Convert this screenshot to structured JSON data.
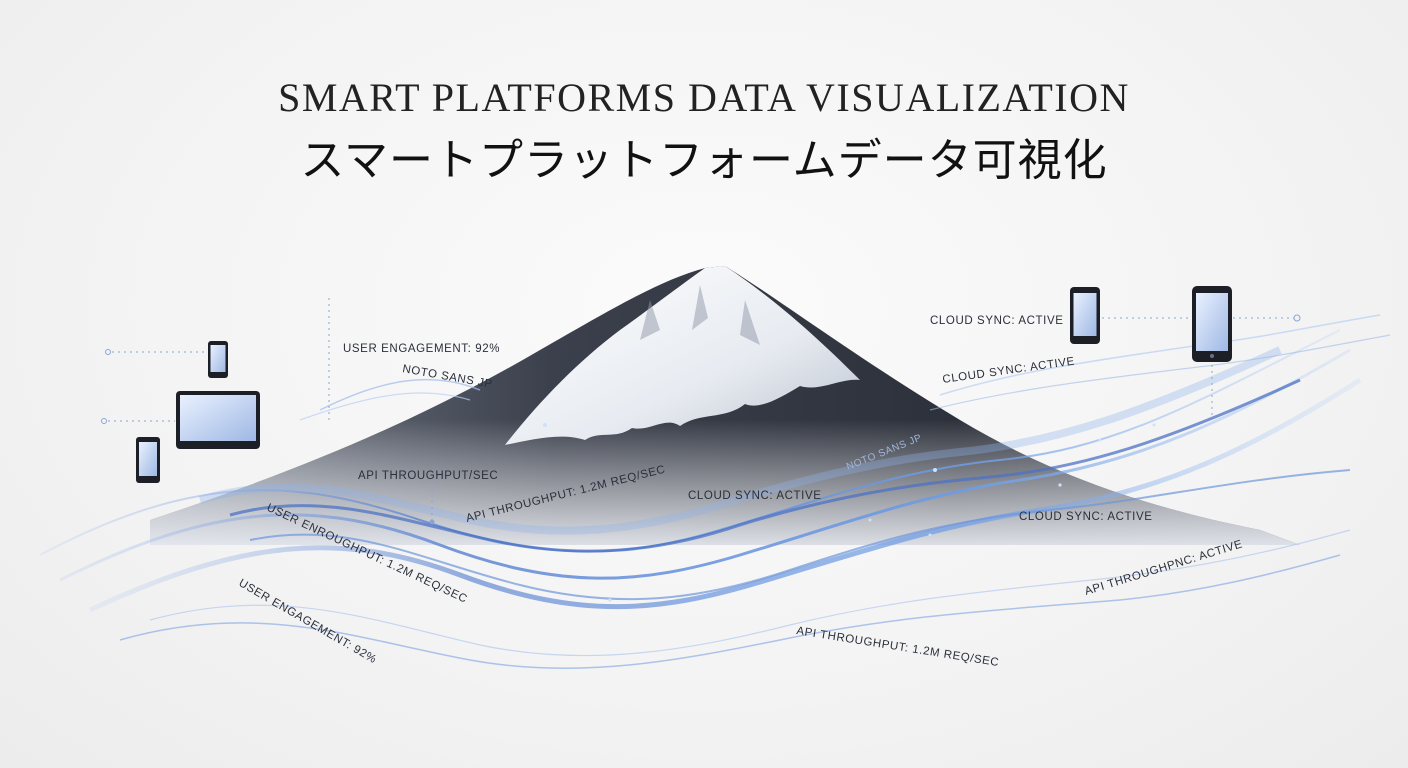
{
  "title": {
    "english": "SMART PLATFORMS DATA VISUALIZATION",
    "japanese": "スマートプラットフォームデータ可視化"
  },
  "labels": {
    "user_engagement_top": "USER ENGAGEMENT: 92%",
    "noto_sans_left": "NOTO SANS JP",
    "api_throughput_sec": "API THROUGHPUT/SEC",
    "api_throughput_mid": "API THROUGHPUT: 1.2M REQ/SEC",
    "user_enroughput": "USER ENROUGHPUT: 1.2M REQ/SEC",
    "user_engagement_bottom": "USER ENGAGEMENT: 92%",
    "cloud_sync_center": "CLOUD SYNC: ACTIVE",
    "noto_sans_right": "NOTO SANS JP",
    "cloud_sync_top_right": "CLOUD SYNC: ACTIVE",
    "cloud_sync_right_tilted": "CLOUD SYNC: ACTIVE",
    "cloud_sync_right": "CLOUD SYNC: ACTIVE",
    "api_throughpnc": "API THROUGHPNC: ACTIVE",
    "api_throughput_bottom": "API THROUGHPUT: 1.2M REQ/SEC"
  },
  "colors": {
    "mountain": "#3e4350",
    "snow": "#ffffff",
    "wave": "#6e9be0",
    "wave_dark": "#3f5fae",
    "glow": "#cfe0fb"
  },
  "icons": {
    "devices_left": [
      "smartphone-icon",
      "tablet-icon",
      "smartphone-icon"
    ],
    "devices_right": [
      "smartphone-icon",
      "smartphone-icon"
    ]
  }
}
